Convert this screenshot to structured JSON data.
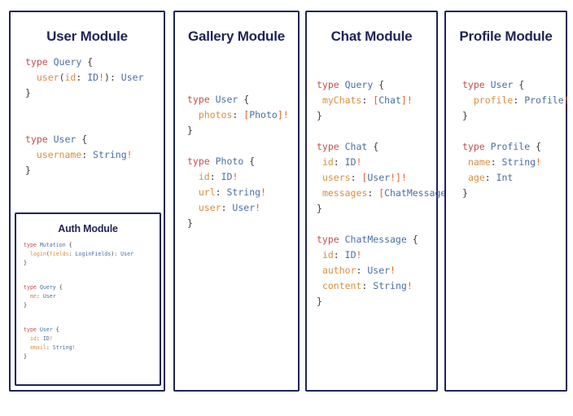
{
  "diagram": {
    "type": "graphql-schema-module-columns",
    "accent_color": "#1f2456",
    "background_color": "#ffffff",
    "syntax_colors": {
      "keyword": "#c0504d",
      "type_name": "#4a6fa5",
      "field_name": "#d98d3f",
      "punctuation": "#3d3d3d",
      "non_null_bang": "#e8622c"
    }
  },
  "cards": {
    "user": {
      "title": "User Module",
      "code_lines": [
        {
          "tokens": [
            {
              "t": "type ",
              "c": "k"
            },
            {
              "t": "Query",
              "c": "tn"
            },
            {
              "t": " {",
              "c": "p"
            }
          ]
        },
        {
          "tokens": [
            {
              "t": "  ",
              "c": "p"
            },
            {
              "t": "user",
              "c": "f"
            },
            {
              "t": "(",
              "c": "p"
            },
            {
              "t": "id",
              "c": "f"
            },
            {
              "t": ": ",
              "c": "p"
            },
            {
              "t": "ID",
              "c": "tn"
            },
            {
              "t": "!",
              "c": "b"
            },
            {
              "t": "): ",
              "c": "p"
            },
            {
              "t": "User",
              "c": "tn"
            }
          ]
        },
        {
          "tokens": [
            {
              "t": "}",
              "c": "p"
            }
          ]
        },
        {
          "tokens": []
        },
        {
          "tokens": []
        },
        {
          "tokens": [
            {
              "t": "type ",
              "c": "k"
            },
            {
              "t": "User",
              "c": "tn"
            },
            {
              "t": " {",
              "c": "p"
            }
          ]
        },
        {
          "tokens": [
            {
              "t": "  ",
              "c": "p"
            },
            {
              "t": "username",
              "c": "f"
            },
            {
              "t": ": ",
              "c": "p"
            },
            {
              "t": "String",
              "c": "tn"
            },
            {
              "t": "!",
              "c": "b"
            }
          ]
        },
        {
          "tokens": [
            {
              "t": "}",
              "c": "p"
            }
          ]
        }
      ]
    },
    "auth": {
      "title": "Auth Module",
      "code_lines": [
        {
          "tokens": [
            {
              "t": "type ",
              "c": "k"
            },
            {
              "t": "Mutation",
              "c": "tn"
            },
            {
              "t": " {",
              "c": "p"
            }
          ]
        },
        {
          "tokens": [
            {
              "t": "  ",
              "c": "p"
            },
            {
              "t": "login",
              "c": "f"
            },
            {
              "t": "(",
              "c": "p"
            },
            {
              "t": "fields",
              "c": "f"
            },
            {
              "t": ": ",
              "c": "p"
            },
            {
              "t": "LoginFields",
              "c": "tn"
            },
            {
              "t": "): ",
              "c": "p"
            },
            {
              "t": "User",
              "c": "tn"
            }
          ]
        },
        {
          "tokens": [
            {
              "t": "}",
              "c": "p"
            }
          ]
        },
        {
          "tokens": []
        },
        {
          "tokens": [
            {
              "t": "type ",
              "c": "k"
            },
            {
              "t": "Query",
              "c": "tn"
            },
            {
              "t": " {",
              "c": "p"
            }
          ]
        },
        {
          "tokens": [
            {
              "t": "  ",
              "c": "p"
            },
            {
              "t": "me",
              "c": "f"
            },
            {
              "t": ": ",
              "c": "p"
            },
            {
              "t": "User",
              "c": "tn"
            }
          ]
        },
        {
          "tokens": [
            {
              "t": "}",
              "c": "p"
            }
          ]
        },
        {
          "tokens": []
        },
        {
          "tokens": [
            {
              "t": "type ",
              "c": "k"
            },
            {
              "t": "User",
              "c": "tn"
            },
            {
              "t": " {",
              "c": "p"
            }
          ]
        },
        {
          "tokens": [
            {
              "t": "  ",
              "c": "p"
            },
            {
              "t": "id",
              "c": "f"
            },
            {
              "t": ": ",
              "c": "p"
            },
            {
              "t": "ID",
              "c": "tn"
            },
            {
              "t": "!",
              "c": "b"
            }
          ]
        },
        {
          "tokens": [
            {
              "t": "  ",
              "c": "p"
            },
            {
              "t": "email",
              "c": "f"
            },
            {
              "t": ": ",
              "c": "p"
            },
            {
              "t": "String",
              "c": "tn"
            },
            {
              "t": "!",
              "c": "b"
            }
          ]
        },
        {
          "tokens": [
            {
              "t": "}",
              "c": "p"
            }
          ]
        }
      ]
    },
    "gallery": {
      "title": "Gallery Module",
      "code_lines": [
        {
          "tokens": [
            {
              "t": "type ",
              "c": "k"
            },
            {
              "t": "User",
              "c": "tn"
            },
            {
              "t": " {",
              "c": "p"
            }
          ]
        },
        {
          "tokens": [
            {
              "t": "  ",
              "c": "p"
            },
            {
              "t": "photos",
              "c": "f"
            },
            {
              "t": ": ",
              "c": "p"
            },
            {
              "t": "[",
              "c": "b"
            },
            {
              "t": "Photo",
              "c": "tn"
            },
            {
              "t": "]",
              "c": "b"
            },
            {
              "t": "!",
              "c": "b"
            }
          ]
        },
        {
          "tokens": [
            {
              "t": "}",
              "c": "p"
            }
          ]
        },
        {
          "tokens": []
        },
        {
          "tokens": [
            {
              "t": "type ",
              "c": "k"
            },
            {
              "t": "Photo",
              "c": "tn"
            },
            {
              "t": " {",
              "c": "p"
            }
          ]
        },
        {
          "tokens": [
            {
              "t": "  ",
              "c": "p"
            },
            {
              "t": "id",
              "c": "f"
            },
            {
              "t": ": ",
              "c": "p"
            },
            {
              "t": "ID",
              "c": "tn"
            },
            {
              "t": "!",
              "c": "b"
            }
          ]
        },
        {
          "tokens": [
            {
              "t": "  ",
              "c": "p"
            },
            {
              "t": "url",
              "c": "f"
            },
            {
              "t": ": ",
              "c": "p"
            },
            {
              "t": "String",
              "c": "tn"
            },
            {
              "t": "!",
              "c": "b"
            }
          ]
        },
        {
          "tokens": [
            {
              "t": "  ",
              "c": "p"
            },
            {
              "t": "user",
              "c": "f"
            },
            {
              "t": ": ",
              "c": "p"
            },
            {
              "t": "User",
              "c": "tn"
            },
            {
              "t": "!",
              "c": "b"
            }
          ]
        },
        {
          "tokens": [
            {
              "t": "}",
              "c": "p"
            }
          ]
        }
      ]
    },
    "chat": {
      "title": "Chat Module",
      "code_lines": [
        {
          "tokens": [
            {
              "t": "type ",
              "c": "k"
            },
            {
              "t": "Query",
              "c": "tn"
            },
            {
              "t": " {",
              "c": "p"
            }
          ]
        },
        {
          "tokens": [
            {
              "t": " ",
              "c": "p"
            },
            {
              "t": "myChats",
              "c": "f"
            },
            {
              "t": ": ",
              "c": "p"
            },
            {
              "t": "[",
              "c": "b"
            },
            {
              "t": "Chat",
              "c": "tn"
            },
            {
              "t": "]",
              "c": "b"
            },
            {
              "t": "!",
              "c": "b"
            }
          ]
        },
        {
          "tokens": [
            {
              "t": "}",
              "c": "p"
            }
          ]
        },
        {
          "tokens": []
        },
        {
          "tokens": [
            {
              "t": "type ",
              "c": "k"
            },
            {
              "t": "Chat",
              "c": "tn"
            },
            {
              "t": " {",
              "c": "p"
            }
          ]
        },
        {
          "tokens": [
            {
              "t": " ",
              "c": "p"
            },
            {
              "t": "id",
              "c": "f"
            },
            {
              "t": ": ",
              "c": "p"
            },
            {
              "t": "ID",
              "c": "tn"
            },
            {
              "t": "!",
              "c": "b"
            }
          ]
        },
        {
          "tokens": [
            {
              "t": " ",
              "c": "p"
            },
            {
              "t": "users",
              "c": "f"
            },
            {
              "t": ": ",
              "c": "p"
            },
            {
              "t": "[",
              "c": "b"
            },
            {
              "t": "User",
              "c": "tn"
            },
            {
              "t": "!",
              "c": "b"
            },
            {
              "t": "]",
              "c": "b"
            },
            {
              "t": "!",
              "c": "b"
            }
          ]
        },
        {
          "tokens": [
            {
              "t": " ",
              "c": "p"
            },
            {
              "t": "messages",
              "c": "f"
            },
            {
              "t": ": ",
              "c": "p"
            },
            {
              "t": "[",
              "c": "b"
            },
            {
              "t": "ChatMessage",
              "c": "tn"
            },
            {
              "t": "]",
              "c": "b"
            },
            {
              "t": "!",
              "c": "b"
            }
          ]
        },
        {
          "tokens": [
            {
              "t": "}",
              "c": "p"
            }
          ]
        },
        {
          "tokens": []
        },
        {
          "tokens": [
            {
              "t": "type ",
              "c": "k"
            },
            {
              "t": "ChatMessage",
              "c": "tn"
            },
            {
              "t": " {",
              "c": "p"
            }
          ]
        },
        {
          "tokens": [
            {
              "t": " ",
              "c": "p"
            },
            {
              "t": "id",
              "c": "f"
            },
            {
              "t": ": ",
              "c": "p"
            },
            {
              "t": "ID",
              "c": "tn"
            },
            {
              "t": "!",
              "c": "b"
            }
          ]
        },
        {
          "tokens": [
            {
              "t": " ",
              "c": "p"
            },
            {
              "t": "author",
              "c": "f"
            },
            {
              "t": ": ",
              "c": "p"
            },
            {
              "t": "User",
              "c": "tn"
            },
            {
              "t": "!",
              "c": "b"
            }
          ]
        },
        {
          "tokens": [
            {
              "t": " ",
              "c": "p"
            },
            {
              "t": "content",
              "c": "f"
            },
            {
              "t": ": ",
              "c": "p"
            },
            {
              "t": "String",
              "c": "tn"
            },
            {
              "t": "!",
              "c": "b"
            }
          ]
        },
        {
          "tokens": [
            {
              "t": "}",
              "c": "p"
            }
          ]
        }
      ]
    },
    "profile": {
      "title": "Profile Module",
      "code_lines": [
        {
          "tokens": [
            {
              "t": "type ",
              "c": "k"
            },
            {
              "t": "User",
              "c": "tn"
            },
            {
              "t": " {",
              "c": "p"
            }
          ]
        },
        {
          "tokens": [
            {
              "t": "  ",
              "c": "p"
            },
            {
              "t": "profile",
              "c": "f"
            },
            {
              "t": ": ",
              "c": "p"
            },
            {
              "t": "Profile",
              "c": "tn"
            },
            {
              "t": "!",
              "c": "b"
            }
          ]
        },
        {
          "tokens": [
            {
              "t": "}",
              "c": "p"
            }
          ]
        },
        {
          "tokens": []
        },
        {
          "tokens": [
            {
              "t": "type ",
              "c": "k"
            },
            {
              "t": "Profile",
              "c": "tn"
            },
            {
              "t": " {",
              "c": "p"
            }
          ]
        },
        {
          "tokens": [
            {
              "t": " ",
              "c": "p"
            },
            {
              "t": "name",
              "c": "f"
            },
            {
              "t": ": ",
              "c": "p"
            },
            {
              "t": "String",
              "c": "tn"
            },
            {
              "t": "!",
              "c": "b"
            }
          ]
        },
        {
          "tokens": [
            {
              "t": " ",
              "c": "p"
            },
            {
              "t": "age",
              "c": "f"
            },
            {
              "t": ": ",
              "c": "p"
            },
            {
              "t": "Int",
              "c": "tn"
            }
          ]
        },
        {
          "tokens": [
            {
              "t": "}",
              "c": "p"
            }
          ]
        }
      ]
    }
  }
}
